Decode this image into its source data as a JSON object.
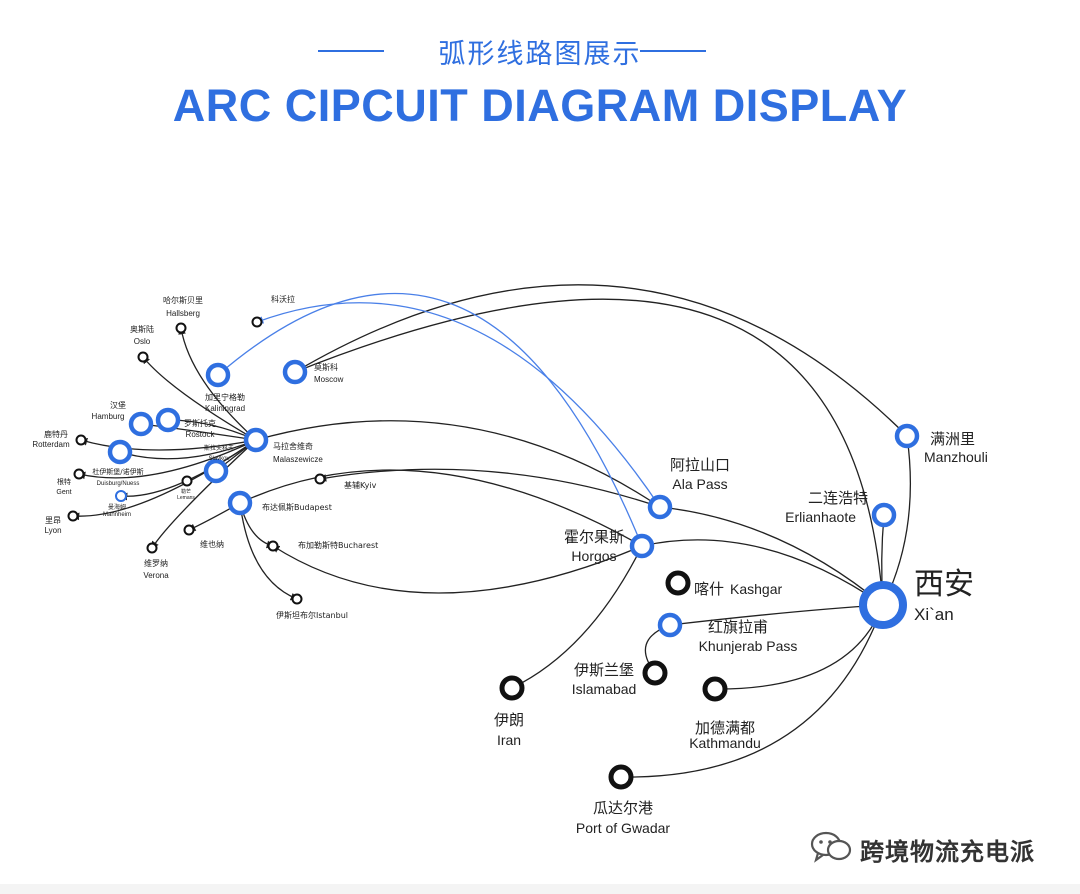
{
  "header": {
    "subtitle": "弧形线路图展示",
    "title": "ARC CIPCUIT DIAGRAM DISPLAY",
    "accent_color": "#2f6fe0"
  },
  "colors": {
    "accent": "#2f6fe0",
    "arc_dark": "#222222",
    "arc_blue": "#4a80e8",
    "node_black": "#111111",
    "label_text": "#222222"
  },
  "nodes": [
    {
      "id": "xian",
      "zh": "西安",
      "en": "Xi`an",
      "style": "hub-blue"
    },
    {
      "id": "manzhouli",
      "zh": "满洲里",
      "en": "Manzhouli",
      "style": "blue"
    },
    {
      "id": "erlianhaote",
      "zh": "二连浩特",
      "en": "Erlianhaote",
      "style": "blue"
    },
    {
      "id": "alapass",
      "zh": "阿拉山口",
      "en": "Ala Pass",
      "style": "blue"
    },
    {
      "id": "horgos",
      "zh": "霍尔果斯",
      "en": "Horgos",
      "style": "blue"
    },
    {
      "id": "kashgar",
      "zh": "喀什",
      "en": "Kashgar",
      "style": "black"
    },
    {
      "id": "khunjerab",
      "zh": "红旗拉甫",
      "en": "Khunjerab Pass",
      "style": "blue"
    },
    {
      "id": "islamabad",
      "zh": "伊斯兰堡",
      "en": "Islamabad",
      "style": "black"
    },
    {
      "id": "kathmandu",
      "zh": "加德满都",
      "en": "Kathmandu",
      "style": "black"
    },
    {
      "id": "iran",
      "zh": "伊朗",
      "en": "Iran",
      "style": "black"
    },
    {
      "id": "gwadar",
      "zh": "瓜达尔港",
      "en": "Port of Gwadar",
      "style": "black"
    },
    {
      "id": "moscow",
      "zh": "莫斯科",
      "en": "Moscow",
      "style": "blue"
    },
    {
      "id": "kaliningrad",
      "zh": "加里宁格勒",
      "en": "Kaliningrad",
      "style": "blue"
    },
    {
      "id": "malaszewicze",
      "zh": "马拉舍维奇",
      "en": "Malaszewicze",
      "style": "blue"
    },
    {
      "id": "kolyuk",
      "zh": "科沃拉",
      "en": "",
      "style": "black-small"
    },
    {
      "id": "hallsberg",
      "zh": "哈尔斯贝里",
      "en": "Hallsberg",
      "style": "black-small"
    },
    {
      "id": "oslo",
      "zh": "奥斯陆",
      "en": "Oslo",
      "style": "black-small"
    },
    {
      "id": "rostock",
      "zh": "罗斯托克",
      "en": "Rostock",
      "style": "blue"
    },
    {
      "id": "hamburg",
      "zh": "汉堡",
      "en": "Hamburg",
      "style": "blue"
    },
    {
      "id": "rotterdam",
      "zh": "鹿特丹",
      "en": "Rotterdam",
      "style": "black-small"
    },
    {
      "id": "duisburg",
      "zh": "杜伊斯堡/诺伊斯",
      "en": "Duisburg/Nuess",
      "style": "blue"
    },
    {
      "id": "slavkov",
      "zh": "斯拉夫科夫",
      "en": "Slavkov",
      "style": "blue"
    },
    {
      "id": "gent",
      "zh": "根特",
      "en": "Gent",
      "style": "black-small"
    },
    {
      "id": "mannheim",
      "zh": "曼海姆",
      "en": "Mannheim",
      "style": "blue-small"
    },
    {
      "id": "lyon",
      "zh": "里昂",
      "en": "Lyon",
      "style": "black-small"
    },
    {
      "id": "lemans",
      "zh": "勒芒",
      "en": "Lemans",
      "style": "black-small"
    },
    {
      "id": "kyiv",
      "zh": "基辅",
      "en": "Kyiv",
      "style": "black-small"
    },
    {
      "id": "budapest",
      "zh": "布达佩斯",
      "en": "Budapest",
      "style": "blue"
    },
    {
      "id": "vienna",
      "zh": "维也纳",
      "en": "",
      "style": "black-small"
    },
    {
      "id": "bucharest",
      "zh": "布加勒斯特",
      "en": "Bucharest",
      "style": "black-small"
    },
    {
      "id": "verona",
      "zh": "维罗纳",
      "en": "Verona",
      "style": "black-small"
    },
    {
      "id": "istanbul",
      "zh": "伊斯坦布尔",
      "en": "Istanbul",
      "style": "black-small"
    }
  ],
  "watermark": {
    "text": "跨境物流充电派",
    "icon": "wechat-icon"
  }
}
